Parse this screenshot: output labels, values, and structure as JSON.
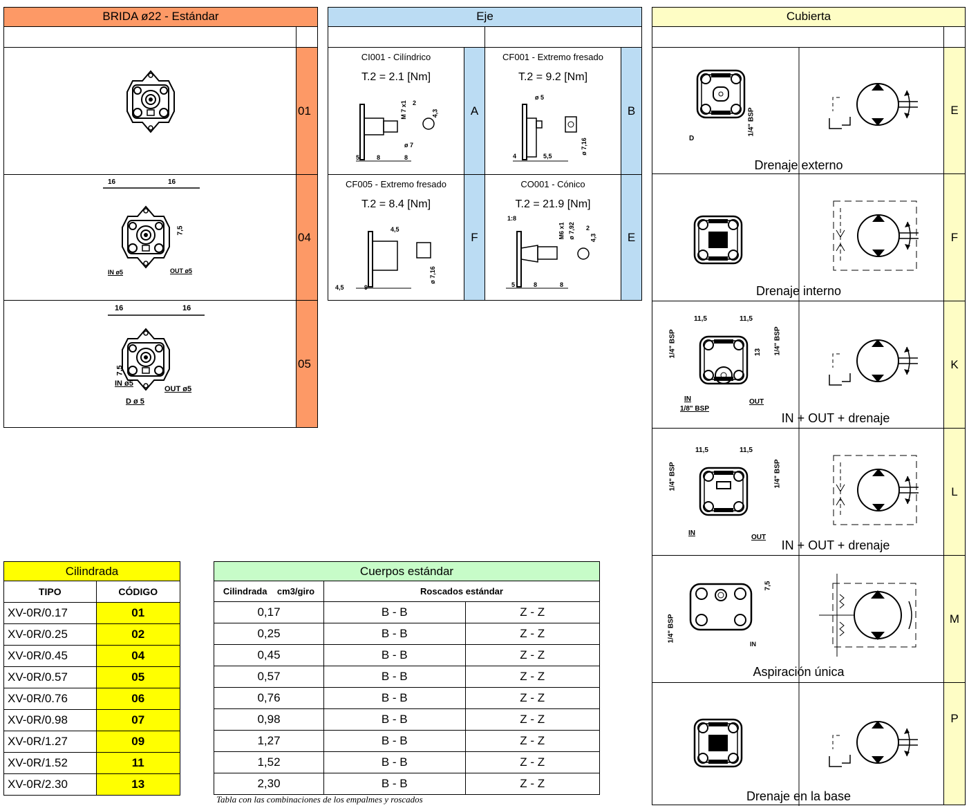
{
  "colors": {
    "flange": "#fd9966",
    "shaft": "#bbdcf3",
    "cover": "#fefdc5",
    "yellow": "#ffff00",
    "bodies": "#c7fcc8"
  },
  "flange": {
    "title": "BRIDA ø22 - Estándar",
    "rows": [
      {
        "code": "01",
        "dims": []
      },
      {
        "code": "04",
        "dims": [
          "16",
          "16",
          "7,5",
          "IN ø5",
          "OUT ø5"
        ]
      },
      {
        "code": "05",
        "dims": [
          "16",
          "16",
          "7,5",
          "IN ø5",
          "D ø 5",
          "OUT ø5"
        ]
      }
    ]
  },
  "shaft": {
    "title": "Eje",
    "items": [
      {
        "name": "CI001 - Cilíndrico",
        "torque": "T.2 = 2.1 [Nm]",
        "code": "A",
        "dims": [
          "M 7 x1",
          "2",
          "4,3",
          "ø 7",
          "5",
          "8",
          "8"
        ]
      },
      {
        "name": "CF001 - Extremo fresado",
        "torque": "T.2 = 9.2 [Nm]",
        "code": "B",
        "dims": [
          "ø 5",
          "4",
          "5,5",
          "ø 7,16"
        ]
      },
      {
        "name": "CF005 - Extremo fresado",
        "torque": "T.2 = 8.4 [Nm]",
        "code": "F",
        "dims": [
          "4,5",
          "4,5",
          "9",
          "ø 7,16"
        ]
      },
      {
        "name": "CO001 - Cónico",
        "torque": "T.2 = 21.9 [Nm]",
        "code": "E",
        "dims": [
          "1:8",
          "M6 x1",
          "ø 7,92",
          "2",
          "4,3",
          "5",
          "8",
          "8"
        ]
      }
    ]
  },
  "cover": {
    "title": "Cubierta",
    "rows": [
      {
        "label": "Drenaje externo",
        "code": "E",
        "dims": [
          "D",
          "1/4\" BSP"
        ]
      },
      {
        "label": "Drenaje interno",
        "code": "F",
        "dims": []
      },
      {
        "label": "IN + OUT + drenaje",
        "code": "K",
        "dims": [
          "11,5",
          "11,5",
          "1/4\" BSP",
          "1/4\" BSP",
          "13",
          "IN",
          "1/8\" BSP",
          "OUT"
        ]
      },
      {
        "label": "IN + OUT + drenaje",
        "code": "L",
        "dims": [
          "11,5",
          "11,5",
          "1/4\" BSP",
          "1/4\" BSP",
          "IN",
          "OUT"
        ]
      },
      {
        "label": "Aspiración única",
        "code": "M",
        "dims": [
          "1/4\" BSP",
          "7,5",
          "IN"
        ]
      },
      {
        "label": "Drenaje en la base",
        "code": "P",
        "dims": []
      }
    ]
  },
  "cylinder": {
    "title": "Cilindrada",
    "headers": [
      "TIPO",
      "CÓDIGO"
    ],
    "rows": [
      [
        "XV-0R/0.17",
        "01"
      ],
      [
        "XV-0R/0.25",
        "02"
      ],
      [
        "XV-0R/0.45",
        "04"
      ],
      [
        "XV-0R/0.57",
        "05"
      ],
      [
        "XV-0R/0.76",
        "06"
      ],
      [
        "XV-0R/0.98",
        "07"
      ],
      [
        "XV-0R/1.27",
        "09"
      ],
      [
        "XV-0R/1.52",
        "11"
      ],
      [
        "XV-0R/2.30",
        "13"
      ]
    ]
  },
  "bodies": {
    "title": "Cuerpos estándar",
    "headers": [
      "Cilindrada    cm3/giro",
      "Roscados estándar"
    ],
    "rows": [
      [
        "0,17",
        "B - B",
        "Z - Z"
      ],
      [
        "0,25",
        "B - B",
        "Z - Z"
      ],
      [
        "0,45",
        "B - B",
        "Z - Z"
      ],
      [
        "0,57",
        "B - B",
        "Z - Z"
      ],
      [
        "0,76",
        "B - B",
        "Z - Z"
      ],
      [
        "0,98",
        "B - B",
        "Z - Z"
      ],
      [
        "1,27",
        "B - B",
        "Z - Z"
      ],
      [
        "1,52",
        "B - B",
        "Z - Z"
      ],
      [
        "2,30",
        "B - B",
        "Z - Z"
      ]
    ],
    "note": "Tabla con las combinaciones de los empalmes y roscados"
  }
}
